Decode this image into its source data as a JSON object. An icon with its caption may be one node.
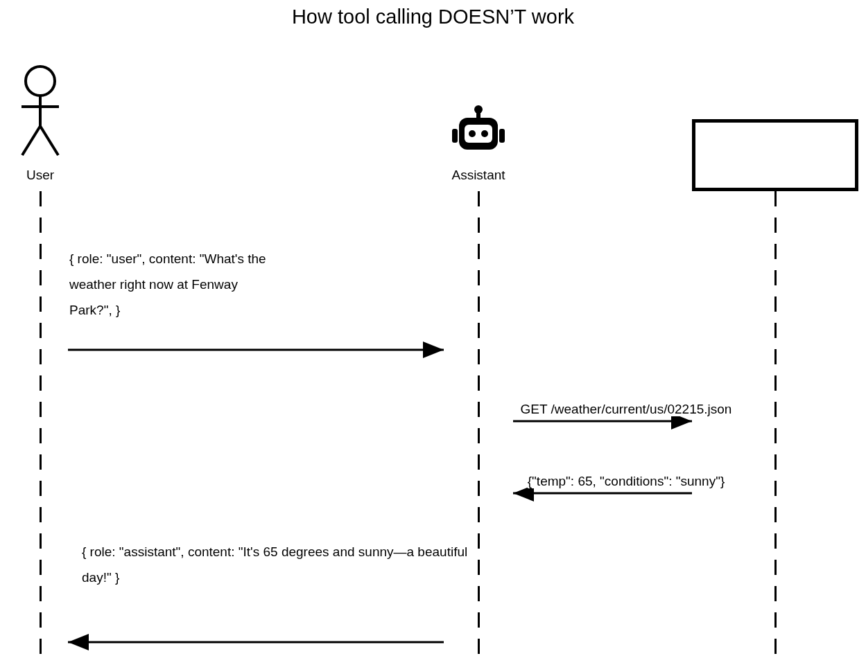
{
  "diagram": {
    "title": "How tool calling DOESN’T work",
    "nodes": [
      {
        "text": [
          "User"
        ]
      },
      {
        "text": [
          "Assistant"
        ]
      },
      {
        "text": [],
        "shape": "box"
      }
    ],
    "edges": [
      {
        "from": 0,
        "to": 1,
        "arrow": "to",
        "label": "{ role: \"user\", content: \"What's the weather right now at Fenway Park?\", }"
      },
      {
        "from": 1,
        "to": 2,
        "arrow": "to",
        "label": "GET /weather/current/us/02215.json"
      },
      {
        "from": 2,
        "to": 1,
        "arrow": "to",
        "label": "{\"temp\": 65, \"conditions\": \"sunny\"}"
      },
      {
        "from": 1,
        "to": 0,
        "arrow": "to",
        "label": "{ role: \"assistant\", content: \"It's 65 degrees and sunny—a beautiful day!\" }"
      }
    ]
  }
}
